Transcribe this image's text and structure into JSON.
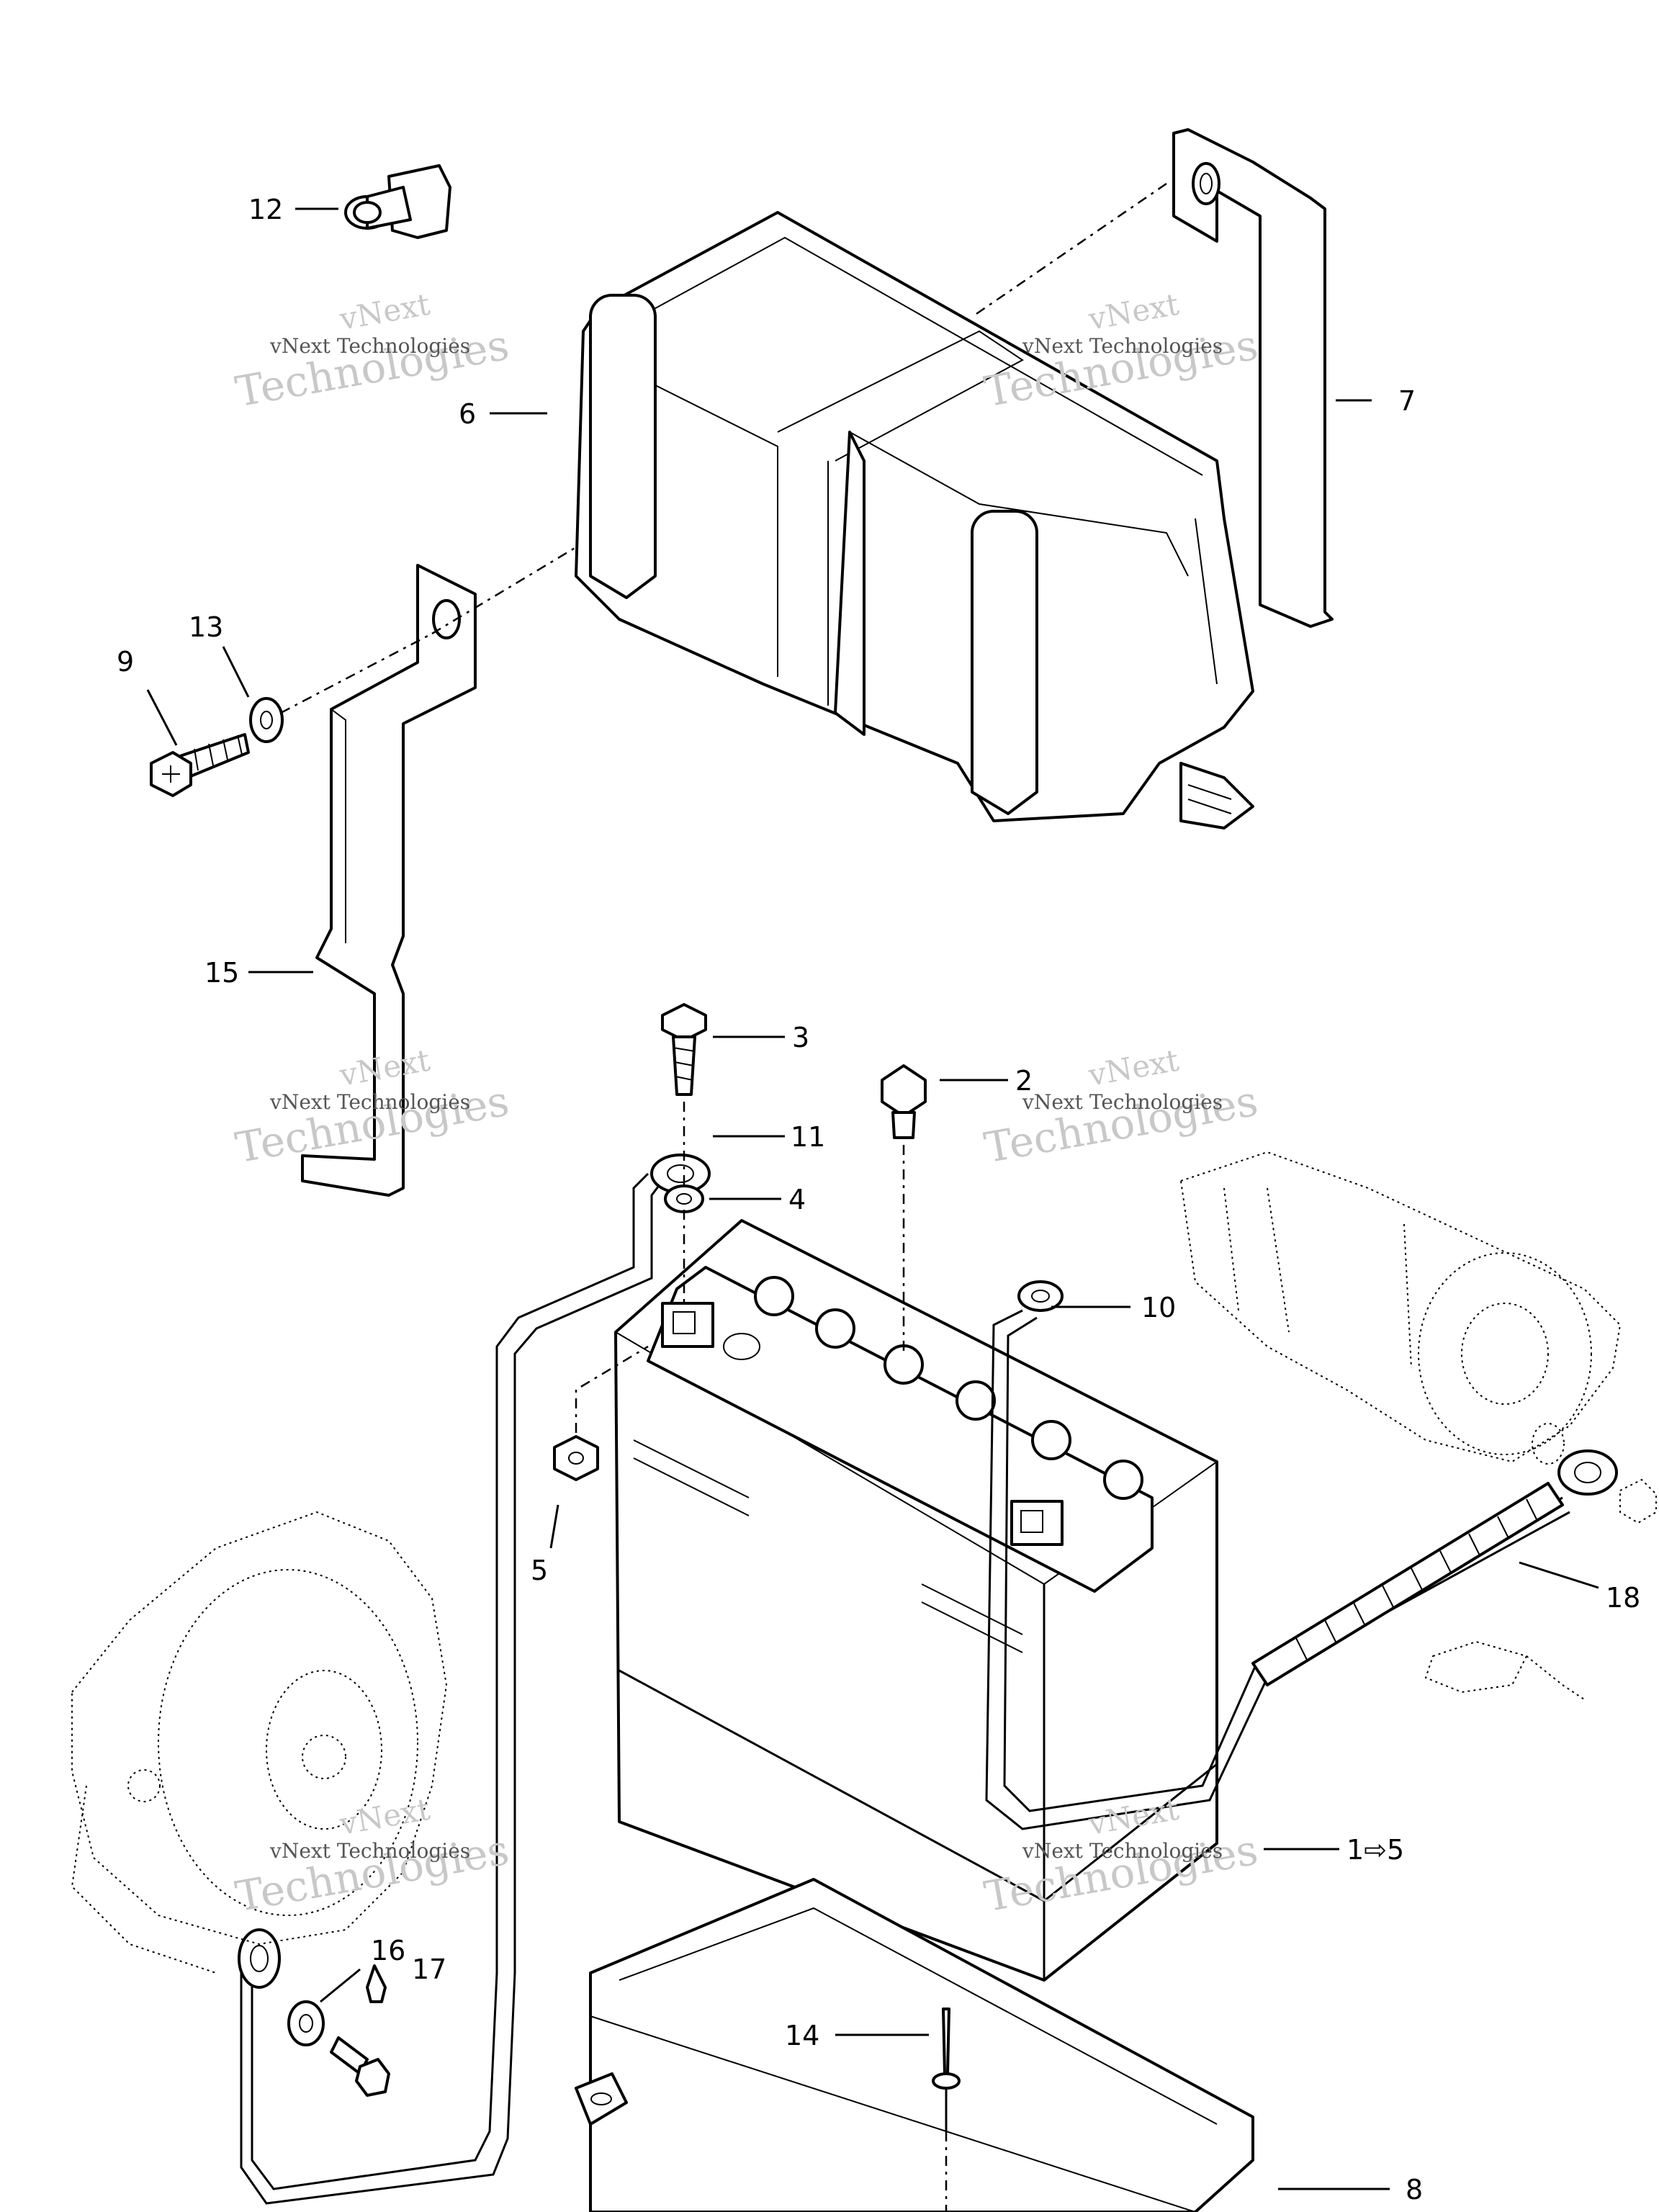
{
  "callouts": [
    {
      "id": "c1",
      "text": "1⇨5"
    },
    {
      "id": "c2",
      "text": "2"
    },
    {
      "id": "c3",
      "text": "3"
    },
    {
      "id": "c4",
      "text": "4"
    },
    {
      "id": "c5",
      "text": "5"
    },
    {
      "id": "c6",
      "text": "6"
    },
    {
      "id": "c7",
      "text": "7"
    },
    {
      "id": "c8",
      "text": "8"
    },
    {
      "id": "c9",
      "text": "9"
    },
    {
      "id": "c10",
      "text": "10"
    },
    {
      "id": "c11",
      "text": "11"
    },
    {
      "id": "c12",
      "text": "12"
    },
    {
      "id": "c13",
      "text": "13"
    },
    {
      "id": "c14",
      "text": "14"
    },
    {
      "id": "c15",
      "text": "15"
    },
    {
      "id": "c16",
      "text": "16"
    },
    {
      "id": "c17",
      "text": "17"
    },
    {
      "id": "c18",
      "text": "18"
    }
  ],
  "watermark": {
    "line_small": "vNext Technologies",
    "line_large_1": "vNext",
    "line_large_2": "Technologies"
  }
}
